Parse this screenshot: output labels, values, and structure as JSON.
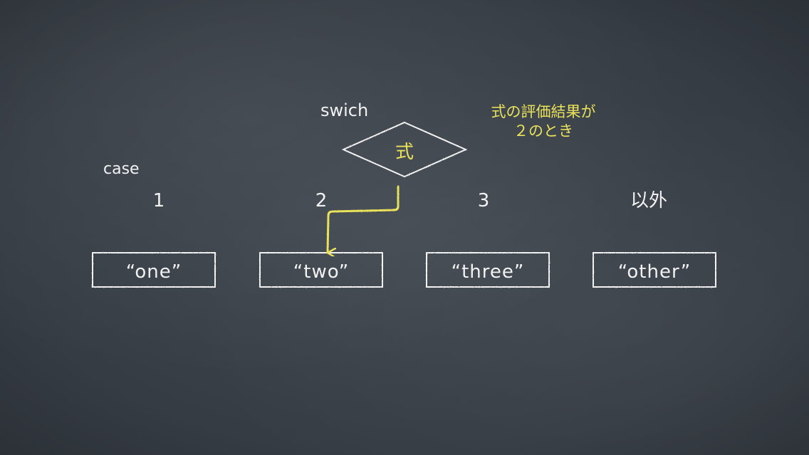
{
  "diagram": {
    "switch_label": "swich",
    "expression_label": "式",
    "case_label": "case",
    "note_line1": "式の評価結果が",
    "note_line2": "２のとき",
    "cases": [
      {
        "value": "1",
        "output": "“one”"
      },
      {
        "value": "2",
        "output": "“two”"
      },
      {
        "value": "3",
        "output": "“three”"
      },
      {
        "value": "以外",
        "output": "“other”"
      }
    ],
    "colors": {
      "chalk": "#f2f2f2",
      "highlight": "#e9e25a",
      "board": "#3a4048"
    }
  }
}
